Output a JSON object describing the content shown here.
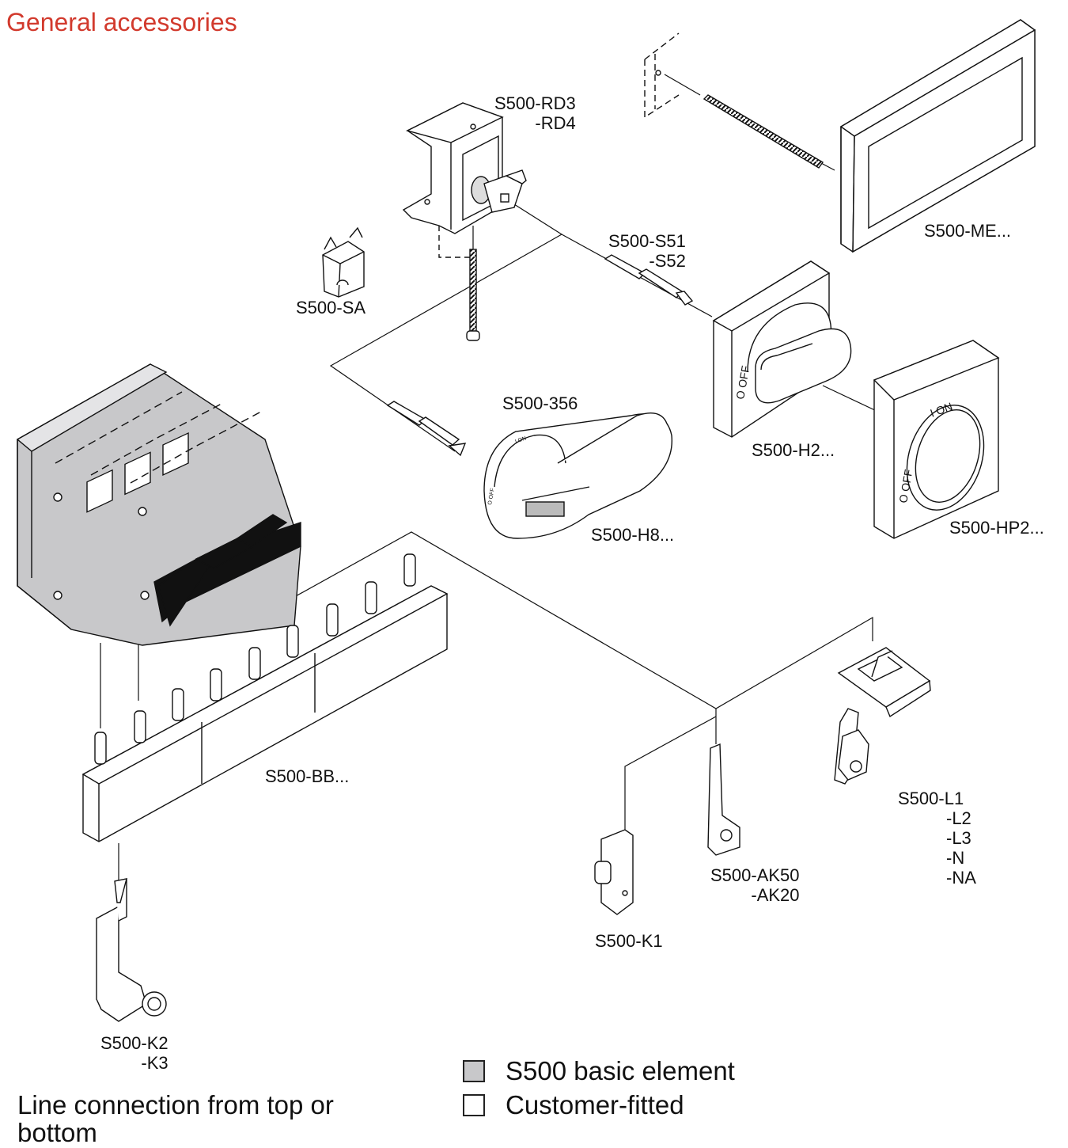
{
  "title": "General accessories",
  "labels": {
    "rd": [
      "S500-RD3",
      "-RD4"
    ],
    "me": [
      "S500-ME..."
    ],
    "s5": [
      "S500-S51",
      "-S52"
    ],
    "sa": [
      "S500-SA"
    ],
    "p356": [
      "S500-356"
    ],
    "h2": [
      "S500-H2..."
    ],
    "h8": [
      "S500-H8..."
    ],
    "hp2": [
      "S500-HP2..."
    ],
    "bb": [
      "S500-BB..."
    ],
    "l1": [
      "S500-L1",
      "-L2",
      "-L3",
      "-N",
      "-NA"
    ],
    "ak": [
      "S500-AK50",
      "-AK20"
    ],
    "k1": [
      "S500-K1"
    ],
    "k2": [
      "S500-K2",
      "-K3"
    ]
  },
  "knob_text": {
    "off": "O OFF",
    "on": "I ON"
  },
  "legend": [
    {
      "label": "S500 basic element",
      "color": "#c8c8ca"
    },
    {
      "label": "Customer-fitted",
      "color": "#ffffff"
    }
  ],
  "note": "Line connection from top or bottom"
}
